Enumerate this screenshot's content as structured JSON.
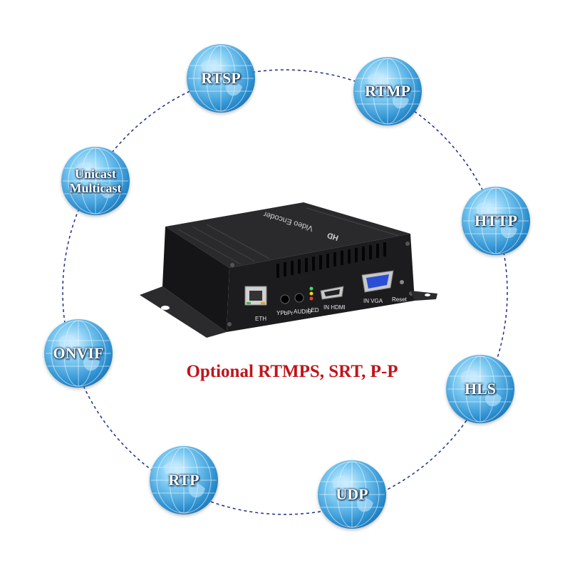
{
  "protocols": [
    {
      "label": "RTSP"
    },
    {
      "label": "RTMP"
    },
    {
      "label": "Unicast\nMulticast"
    },
    {
      "label": "HTTP"
    },
    {
      "label": "ONVIF"
    },
    {
      "label": "HLS"
    },
    {
      "label": "RTP"
    },
    {
      "label": "UDP"
    }
  ],
  "device": {
    "top_label": "Video Encoder",
    "top_badge": "HD",
    "ports": {
      "eth": "ETH",
      "ypbpr": "YPbPr",
      "audio": "AUDIO",
      "led": "LED",
      "hdmi": "IN HDMI",
      "vga": "IN VGA",
      "reset": "Reset"
    }
  },
  "optional_text": "Optional RTMPS, SRT, P-P",
  "colors": {
    "accent_red": "#c0141b",
    "dashed_circle": "#1a2e8a",
    "globe_blue": "#2c8fd0"
  }
}
